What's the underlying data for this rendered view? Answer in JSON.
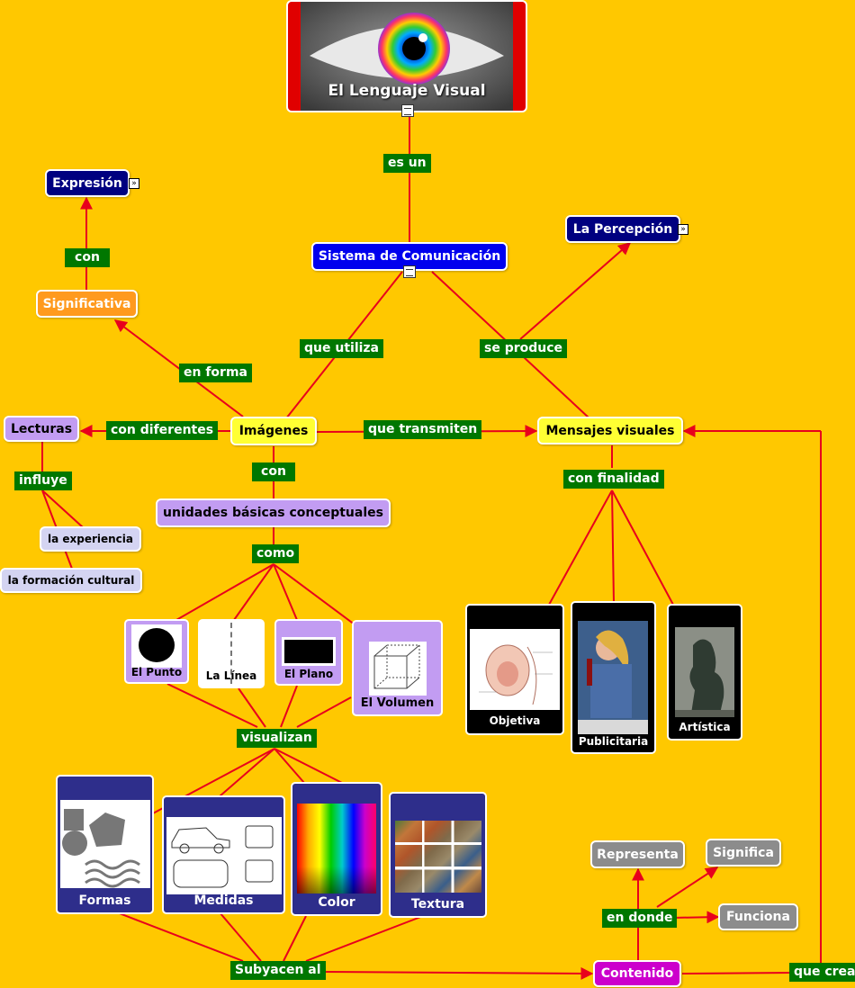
{
  "title": "El Lenguaje Visual",
  "nodes": {
    "sistema": "Sistema de Comunicación",
    "expresion": "Expresión",
    "percepcion": "La Percepción",
    "significativa": "Significativa",
    "lecturas": "Lecturas",
    "imagenes": "Imágenes",
    "mensajes": "Mensajes visuales",
    "unidades": "unidades básicas conceptuales",
    "experiencia": "la experiencia",
    "formacion": "la formación cultural",
    "punto": "El Punto",
    "linea": "La Línea",
    "plano": "El Plano",
    "volumen": "El Volumen",
    "objetiva": "Objetiva",
    "publicitaria": "Publicitaria",
    "artistica": "Artística",
    "formas": "Formas",
    "medidas": "Medidas",
    "color": "Color",
    "textura": "Textura",
    "representa": "Representa",
    "significa": "Significa",
    "funciona": "Funciona",
    "contenido": "Contenido"
  },
  "links": {
    "es_un": "es un",
    "con": "con",
    "que_utiliza": "que utiliza",
    "se_produce": "se produce",
    "en_forma": "en forma",
    "con_diferentes": "con diferentes",
    "que_transmiten": "que transmiten",
    "con2": "con",
    "influye": "influye",
    "con_finalidad": "con finalidad",
    "como": "como",
    "visualizan": "visualizan",
    "subyacen": "Subyacen al",
    "en_donde": "en donde",
    "que_crea": "que crea"
  },
  "colors": {
    "background": "#FFC800",
    "connector": "#E8001C",
    "linking_phrase": "#007700"
  }
}
